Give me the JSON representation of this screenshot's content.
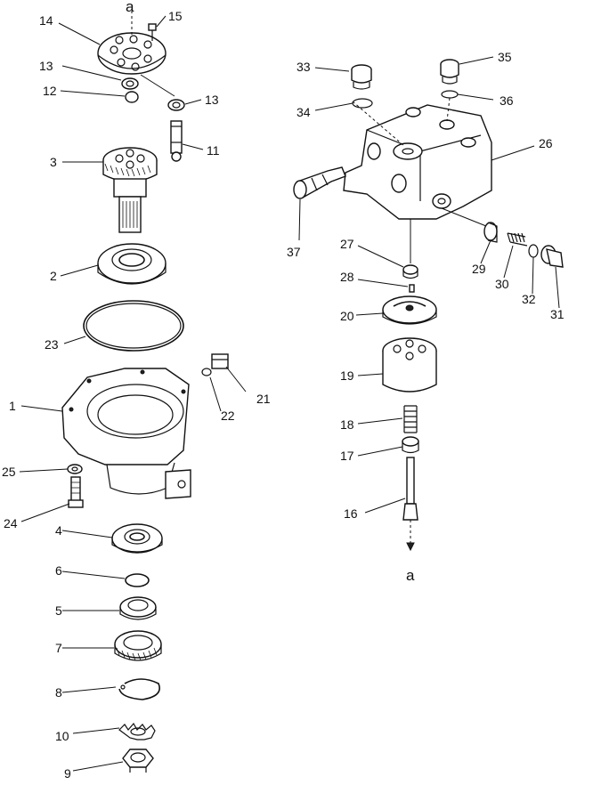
{
  "diagram": {
    "index_labels": {
      "p1": "1",
      "p2": "2",
      "p3": "3",
      "p4": "4",
      "p5": "5",
      "p6": "6",
      "p7": "7",
      "p8": "8",
      "p9": "9",
      "p10": "10",
      "p11": "11",
      "p12": "12",
      "p13a": "13",
      "p13b": "13",
      "p14": "14",
      "p15": "15",
      "p16": "16",
      "p17": "17",
      "p18": "18",
      "p19": "19",
      "p20": "20",
      "p21": "21",
      "p22": "22",
      "p23": "23",
      "p24": "24",
      "p25": "25",
      "p26": "26",
      "p27": "27",
      "p28": "28",
      "p29": "29",
      "p30": "30",
      "p31": "31",
      "p32": "32",
      "p33": "33",
      "p34": "34",
      "p35": "35",
      "p36": "36",
      "p37": "37"
    },
    "ref_mark_top": "a",
    "ref_mark_bottom": "a"
  }
}
